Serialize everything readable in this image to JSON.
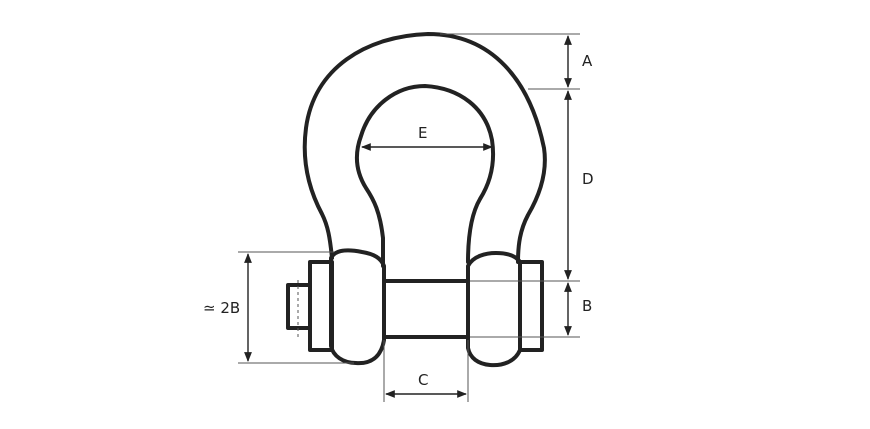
{
  "labels": {
    "A": "A",
    "D": "D",
    "E": "E",
    "B": "B",
    "C": "C",
    "B2": "≃ 2B"
  },
  "colors": {
    "stroke": "#222222",
    "background": "#ffffff"
  }
}
